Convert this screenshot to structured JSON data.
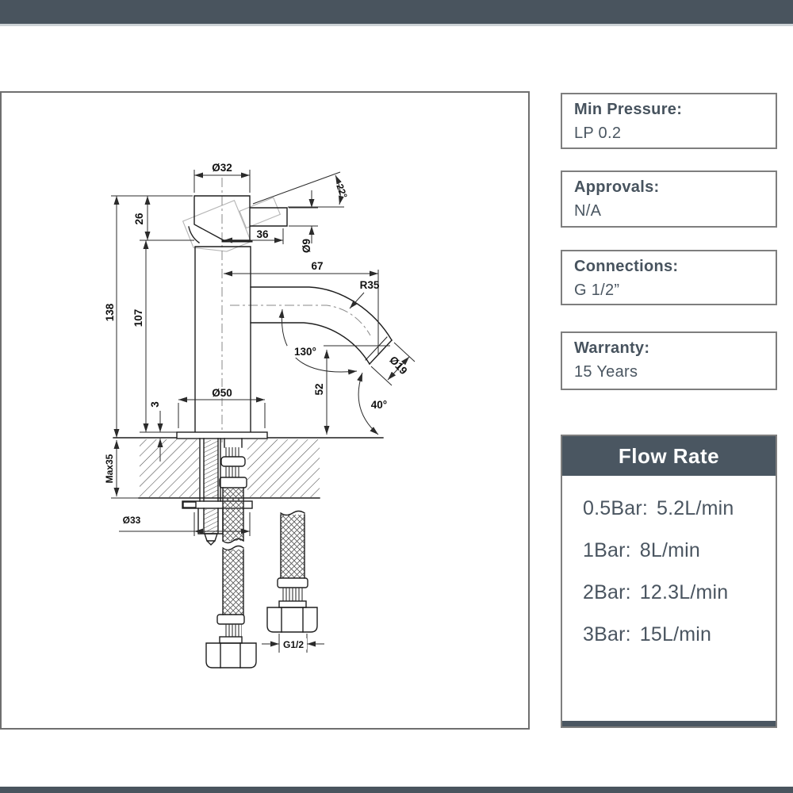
{
  "colors": {
    "bar": "#49545E",
    "accent": "#4A5661",
    "box_border": "#7E7E7E",
    "text": "#47535E",
    "line": "#1F1F1F"
  },
  "drawing": {
    "dims": {
      "dia32": "Ø32",
      "angle22": "22°",
      "len26": "26",
      "len36": "36",
      "dia9": "Ø9",
      "len67": "67",
      "r35": "R35",
      "len138": "138",
      "len107": "107",
      "angle130": "130°",
      "dia19": "Ø19",
      "dia50": "Ø50",
      "len52": "52",
      "angle40": "40°",
      "len3": "3",
      "max35": "Max35",
      "dia33": "Ø33",
      "g12": "G1/2"
    }
  },
  "specs": [
    {
      "label": "Min Pressure:",
      "value": "LP 0.2"
    },
    {
      "label": "Approvals:",
      "value": "N/A"
    },
    {
      "label": "Connections:",
      "value": "G 1/2”"
    },
    {
      "label": "Warranty:",
      "value": "15 Years"
    }
  ],
  "flow_rate": {
    "title": "Flow Rate",
    "rows": [
      {
        "pressure": "0.5Bar:",
        "rate": "5.2L/min"
      },
      {
        "pressure": "1Bar:",
        "rate": "8L/min"
      },
      {
        "pressure": "2Bar:",
        "rate": "12.3L/min"
      },
      {
        "pressure": "3Bar:",
        "rate": "15L/min"
      }
    ]
  }
}
